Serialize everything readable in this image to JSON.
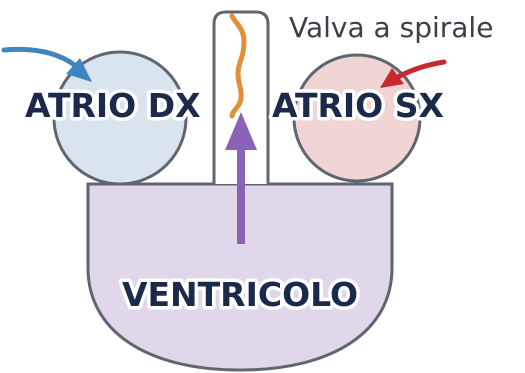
{
  "labels": {
    "right_atrium": "ATRIO DX",
    "left_atrium": "ATRIO SX",
    "ventricle": "VENTRICOLO",
    "valve": "Valva a spirale"
  },
  "colors": {
    "right_atrium_fill": "#d9e4ee",
    "left_atrium_fill": "#f1d4d4",
    "ventricle_fill": "#e0d8ea",
    "outline": "#5f6670",
    "venous_arrow": "#3f86c0",
    "arterial_arrow": "#c8292d",
    "valve": "#e0903a",
    "blood_flow_arrow": "#8a63b6",
    "text": "#1b2a4a"
  }
}
